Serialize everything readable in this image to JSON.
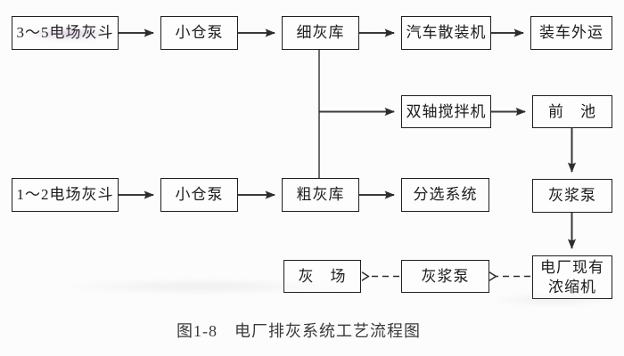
{
  "figure": {
    "caption": "图1-8　电厂排灰系统工艺流程图"
  },
  "colors": {
    "background": "#fcfcfc",
    "box_border": "#1f1f1f",
    "line": "#333333",
    "text": "#1c1c1c"
  },
  "nodes": [
    {
      "id": "hopper-fields-3-5",
      "label": "3～5电场灰斗"
    },
    {
      "id": "small-silo-pump-top",
      "label": "小仓泵"
    },
    {
      "id": "fine-ash-silo",
      "label": "细灰库"
    },
    {
      "id": "truck-bulk-loader",
      "label": "汽车散装机"
    },
    {
      "id": "load-truck-out",
      "label": "装车外运"
    },
    {
      "id": "twin-shaft-mixer",
      "label": "双轴搅拌机"
    },
    {
      "id": "fore-pool",
      "label": "前　池"
    },
    {
      "id": "hopper-fields-1-2",
      "label": "1～2电场灰斗"
    },
    {
      "id": "small-silo-pump-bottom",
      "label": "小仓泵"
    },
    {
      "id": "coarse-ash-silo",
      "label": "粗灰库"
    },
    {
      "id": "sorting-system",
      "label": "分选系统"
    },
    {
      "id": "ash-slurry-pump-upper",
      "label": "灰浆泵"
    },
    {
      "id": "ash-yard",
      "label": "灰　场"
    },
    {
      "id": "ash-slurry-pump-lower",
      "label": "灰浆泵"
    },
    {
      "id": "existing-thickener",
      "label": "电厂现有\n浓缩机"
    }
  ],
  "edges": [
    {
      "from": "hopper-fields-3-5",
      "to": "small-silo-pump-top",
      "style": "solid"
    },
    {
      "from": "small-silo-pump-top",
      "to": "fine-ash-silo",
      "style": "solid"
    },
    {
      "from": "fine-ash-silo",
      "to": "truck-bulk-loader",
      "style": "solid"
    },
    {
      "from": "truck-bulk-loader",
      "to": "load-truck-out",
      "style": "solid"
    },
    {
      "from": "fine-ash-silo",
      "to": "twin-shaft-mixer",
      "style": "solid"
    },
    {
      "from": "twin-shaft-mixer",
      "to": "fore-pool",
      "style": "solid"
    },
    {
      "from": "fine-ash-silo",
      "to": "coarse-ash-silo",
      "style": "solid-line"
    },
    {
      "from": "fore-pool",
      "to": "ash-slurry-pump-upper",
      "style": "solid"
    },
    {
      "from": "ash-slurry-pump-upper",
      "to": "existing-thickener",
      "style": "solid"
    },
    {
      "from": "hopper-fields-1-2",
      "to": "small-silo-pump-bottom",
      "style": "solid"
    },
    {
      "from": "small-silo-pump-bottom",
      "to": "coarse-ash-silo",
      "style": "solid"
    },
    {
      "from": "coarse-ash-silo",
      "to": "sorting-system",
      "style": "solid"
    },
    {
      "from": "existing-thickener",
      "to": "ash-slurry-pump-lower",
      "style": "dashed"
    },
    {
      "from": "ash-slurry-pump-lower",
      "to": "ash-yard",
      "style": "dashed"
    }
  ]
}
